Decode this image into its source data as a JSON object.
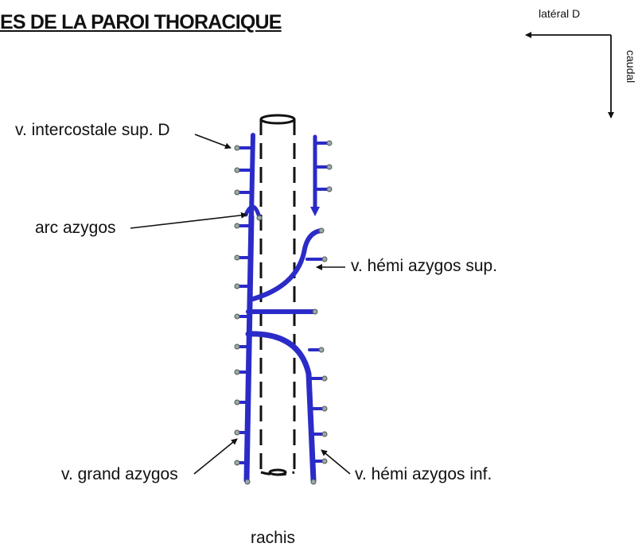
{
  "title": "ES DE LA PAROI THORACIQUE",
  "orientation": {
    "lateral": "latéral D",
    "caudal": "caudal"
  },
  "labels": {
    "intercostale_sup": "v. intercostale sup. D",
    "arc_azygos": "arc azygos",
    "hemi_azygos_sup": "v. hémi azygos sup.",
    "grand_azygos": "v. grand azygos",
    "hemi_azygos_inf": "v. hémi azygos inf.",
    "rachis": "rachis"
  },
  "colors": {
    "vein": "#2b2bc8",
    "line": "#111111"
  }
}
